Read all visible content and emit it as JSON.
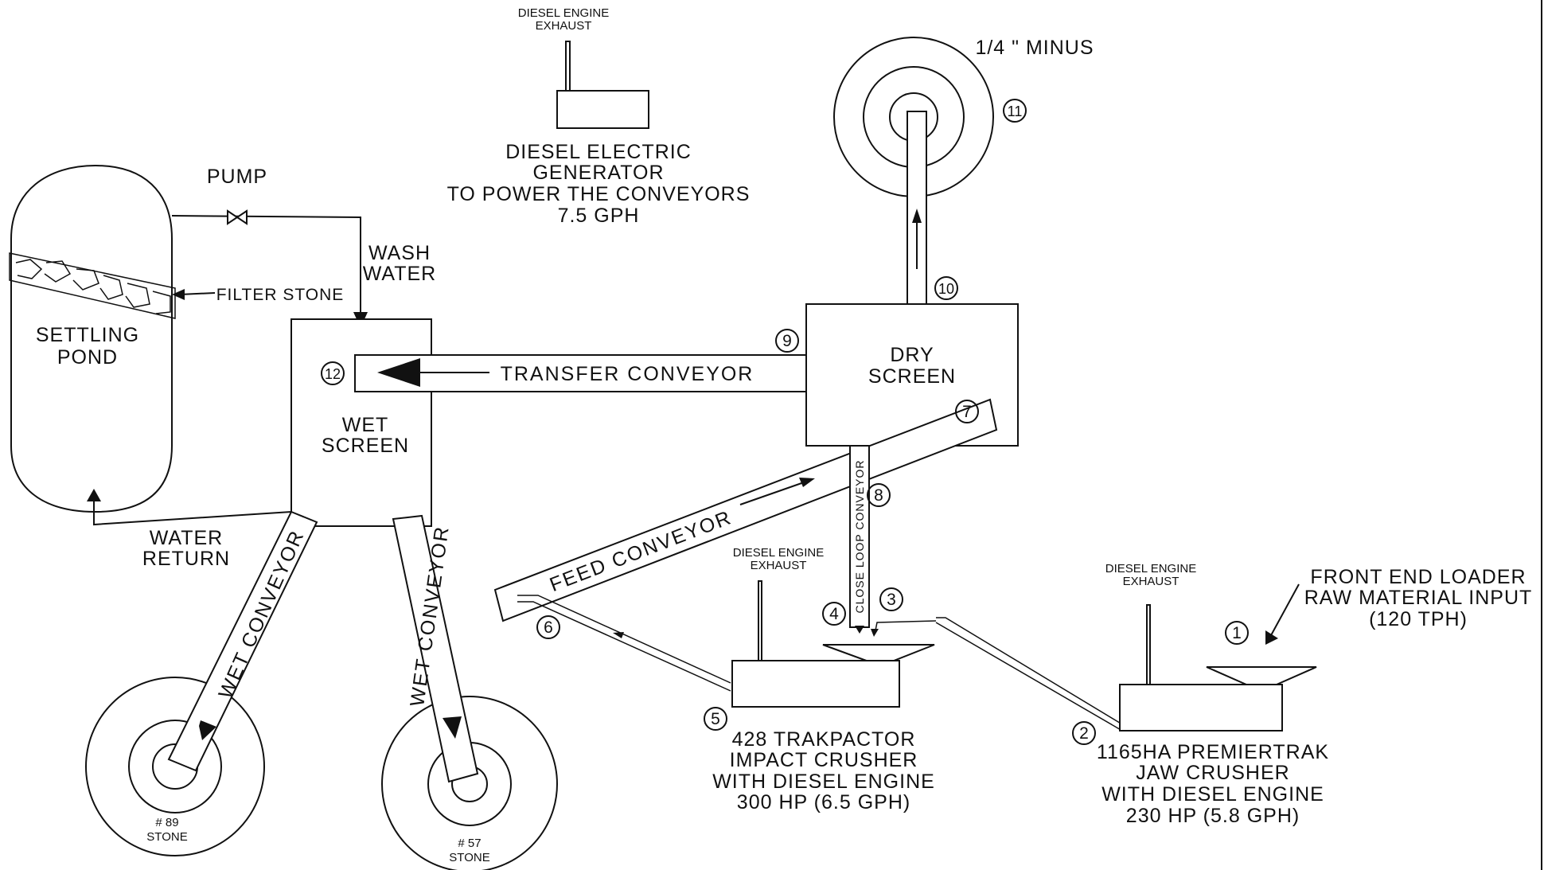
{
  "diagram": {
    "labels": {
      "diesel_exhaust_top_1": "DIESEL ENGINE",
      "diesel_exhaust_top_2": "EXHAUST",
      "generator_1": "DIESEL ELECTRIC",
      "generator_2": "GENERATOR",
      "generator_3": "TO POWER THE CONVEYORS",
      "generator_4": "7.5 GPH",
      "pump": "PUMP",
      "wash_water_1": "WASH",
      "wash_water_2": "WATER",
      "filter_stone": "FILTER STONE",
      "settling_pond_1": "SETTLING",
      "settling_pond_2": "POND",
      "wet_screen_1": "WET",
      "wet_screen_2": "SCREEN",
      "water_return_1": "WATER",
      "water_return_2": "RETURN",
      "transfer_conveyor": "TRANSFER CONVEYOR",
      "dry_screen_1": "DRY",
      "dry_screen_2": "SCREEN",
      "quarter_minus": "1/4 \" MINUS",
      "feed_conveyor": "FEED CONVEYOR",
      "close_loop_conveyor": "CLOSE LOOP CONVEYOR",
      "wet_conveyor_left": "WET CONVEYOR",
      "wet_conveyor_right": "WET CONVEYOR",
      "stone_89_1": "# 89",
      "stone_89_2": "STONE",
      "stone_57_1": "# 57",
      "stone_57_2": "STONE",
      "impact_exhaust_1": "DIESEL ENGINE",
      "impact_exhaust_2": "EXHAUST",
      "impact_crusher_1": "428 TRAKPACTOR",
      "impact_crusher_2": "IMPACT CRUSHER",
      "impact_crusher_3": "WITH DIESEL ENGINE",
      "impact_crusher_4": "300 HP (6.5 GPH)",
      "jaw_exhaust_1": "DIESEL ENGINE",
      "jaw_exhaust_2": "EXHAUST",
      "jaw_crusher_1": "1165HA PREMIERTRAK",
      "jaw_crusher_2": "JAW CRUSHER",
      "jaw_crusher_3": "WITH DIESEL ENGINE",
      "jaw_crusher_4": "230 HP (5.8 GPH)",
      "loader_1": "FRONT END LOADER",
      "loader_2": "RAW MATERIAL INPUT",
      "loader_3": "(120 TPH)"
    },
    "markers": [
      "1",
      "2",
      "3",
      "4",
      "5",
      "6",
      "7",
      "8",
      "9",
      "10",
      "11",
      "12"
    ]
  }
}
